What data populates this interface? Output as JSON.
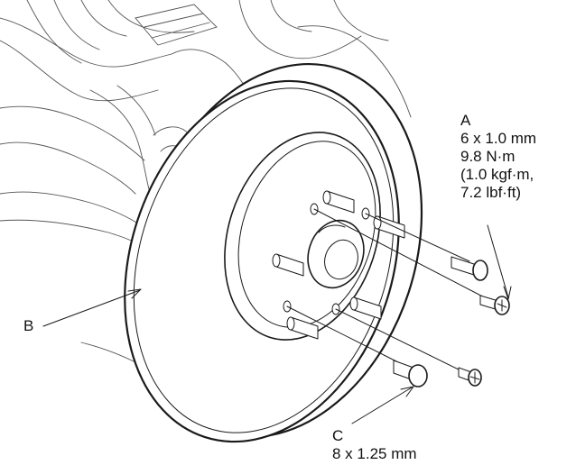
{
  "labels": {
    "a": {
      "letter": "A",
      "spec": [
        "6 x 1.0 mm",
        "9.8 N·m",
        "(1.0 kgf·m,",
        "7.2 lbf·ft)"
      ]
    },
    "b": {
      "letter": "B"
    },
    "c": {
      "letter": "C",
      "spec": [
        "8 x 1.25 mm"
      ]
    }
  },
  "colors": {
    "line": "#1a1a1a",
    "background": "#ffffff"
  }
}
